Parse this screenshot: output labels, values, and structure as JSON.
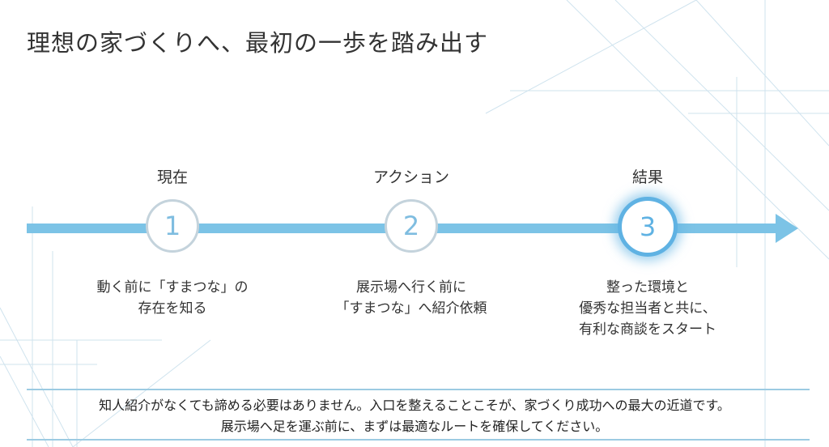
{
  "title": "理想の家づくりへ、最初の一歩を踏み出す",
  "steps": [
    {
      "label": "現在",
      "number": "1",
      "lines": [
        "動く前に「すまつな」の",
        "存在を知る"
      ]
    },
    {
      "label": "アクション",
      "number": "2",
      "lines": [
        "展示場へ行く前に",
        "「すまつな」へ紹介依頼"
      ]
    },
    {
      "label": "結果",
      "number": "3",
      "lines": [
        "整った環境と",
        "優秀な担当者と共に、",
        "有利な商談をスタート"
      ]
    }
  ],
  "footer": {
    "lines": [
      "知人紹介がなくても諦める必要はありません。入口を整えることこそが、家づくり成功への最大の近道です。",
      "展示場へ足を運ぶ前に、まずは最適なルートを確保してください。"
    ]
  },
  "colors": {
    "accent": "#5fb2e3",
    "arrow": "#7cc3e6",
    "circle_border": "#c4d3dc"
  }
}
